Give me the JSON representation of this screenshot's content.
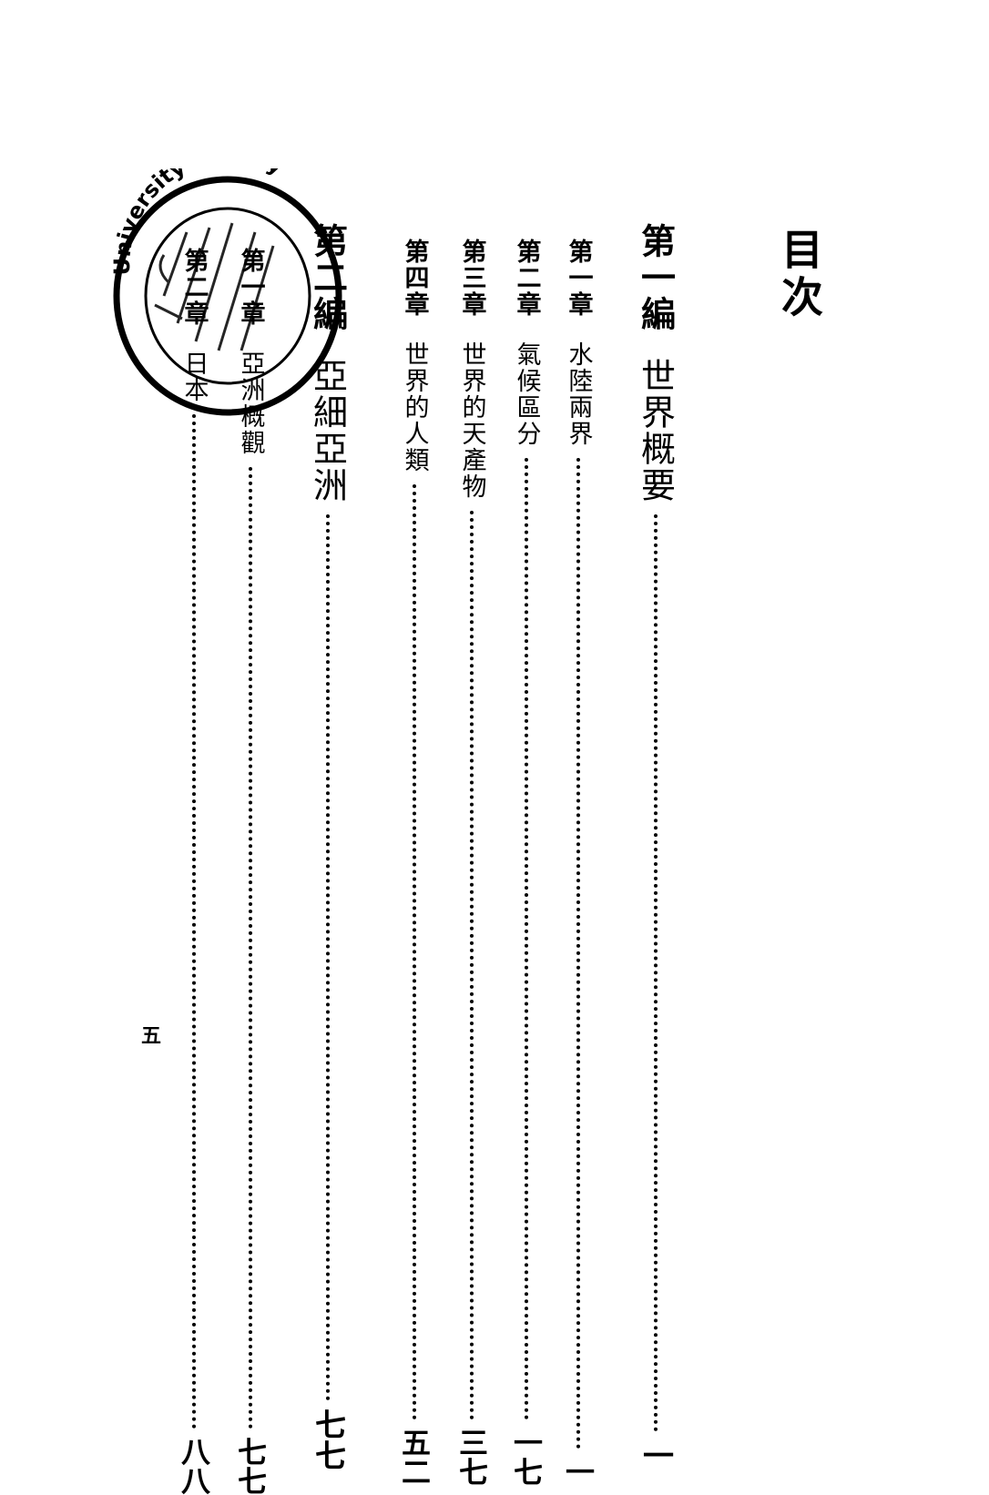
{
  "heading": "目次",
  "entries": [
    {
      "type": "part",
      "label": "第一編",
      "title": "世界概要",
      "page": "一"
    },
    {
      "type": "chapter",
      "label": "第一章",
      "title": "水陸兩界",
      "page": "一"
    },
    {
      "type": "chapter",
      "label": "第二章",
      "title": "氣候區分",
      "page": "一七"
    },
    {
      "type": "chapter",
      "label": "第三章",
      "title": "世界的天產物",
      "page": "三七"
    },
    {
      "type": "chapter",
      "label": "第四章",
      "title": "世界的人類",
      "page": "五二"
    },
    {
      "type": "part",
      "label": "第二編",
      "title": "亞細亞洲",
      "page": "七七"
    },
    {
      "type": "chapter",
      "label": "第一章",
      "title": "亞洲概觀",
      "page": "七七"
    },
    {
      "type": "chapter",
      "label": "第二章",
      "title": "日本",
      "page": "八八"
    }
  ],
  "folio": "五",
  "stamp": {
    "text": "University Library"
  }
}
